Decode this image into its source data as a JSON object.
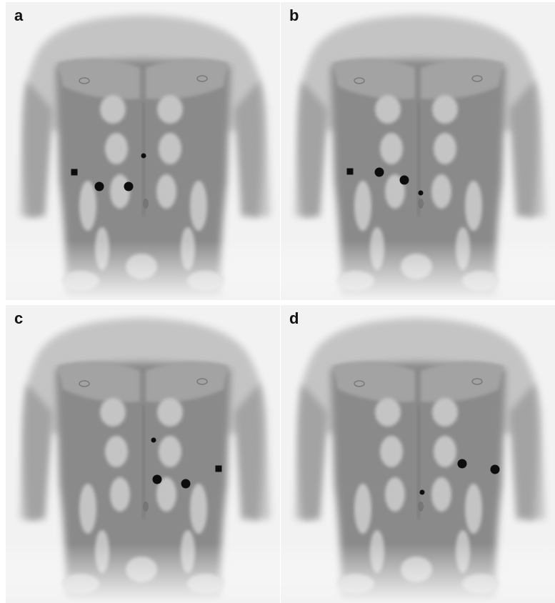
{
  "figure": {
    "panels": [
      {
        "label": "a",
        "markers": [
          {
            "kind": "square"
          },
          {
            "kind": "large-circle"
          },
          {
            "kind": "large-circle"
          },
          {
            "kind": "small-circle"
          }
        ]
      },
      {
        "label": "b",
        "markers": [
          {
            "kind": "square"
          },
          {
            "kind": "large-circle"
          },
          {
            "kind": "large-circle"
          },
          {
            "kind": "small-circle"
          }
        ]
      },
      {
        "label": "c",
        "markers": [
          {
            "kind": "small-circle"
          },
          {
            "kind": "large-circle"
          },
          {
            "kind": "large-circle"
          },
          {
            "kind": "square"
          }
        ]
      },
      {
        "label": "d",
        "markers": [
          {
            "kind": "large-circle"
          },
          {
            "kind": "large-circle"
          },
          {
            "kind": "small-circle"
          }
        ]
      }
    ],
    "colors": {
      "background": "#f2f2f2",
      "skin_shadow": "#8a8a8a",
      "skin_mid": "#a3a3a3",
      "skin_light": "#c4c4c4",
      "marker": "#0d0d0d"
    }
  }
}
